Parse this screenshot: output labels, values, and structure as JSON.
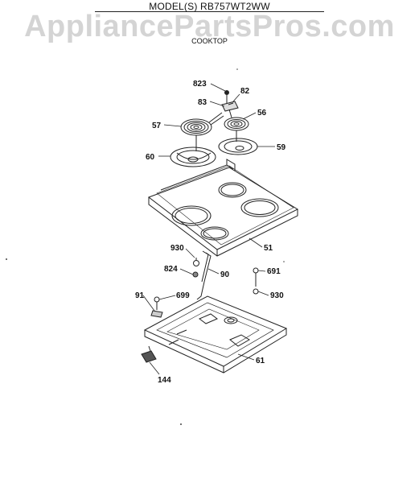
{
  "header": {
    "model": "MODEL(S) RB757WT2WW",
    "watermark": "AppliancePartsPros.com",
    "section": "COOKTOP"
  },
  "parts": {
    "p823": "823",
    "p82": "82",
    "p83": "83",
    "p56": "56",
    "p57": "57",
    "p60": "60",
    "p59": "59",
    "p51": "51",
    "p930a": "930",
    "p824": "824",
    "p90": "90",
    "p691": "691",
    "p930b": "930",
    "p91": "91",
    "p699": "699",
    "p61": "61",
    "p144": "144"
  }
}
